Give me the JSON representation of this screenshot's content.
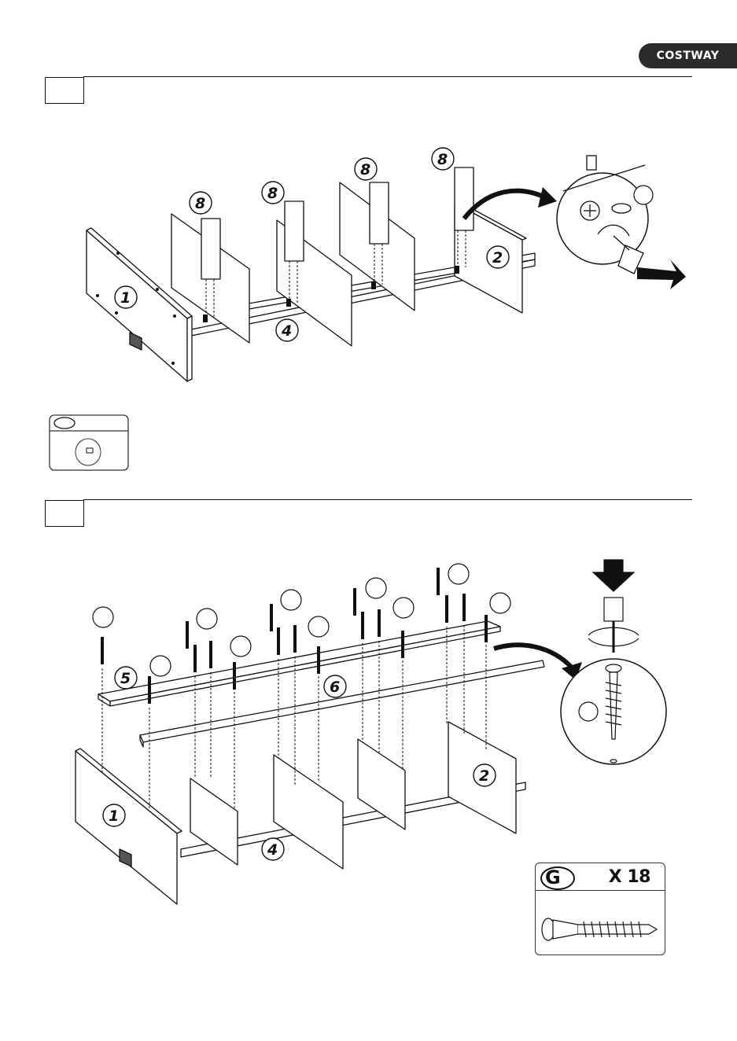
{
  "brand": {
    "name": "COSTWAY"
  },
  "step_a": {
    "parts": [
      "1",
      "2",
      "4",
      "8",
      "8",
      "8",
      "8"
    ]
  },
  "step_b": {
    "parts": [
      "1",
      "2",
      "4",
      "5",
      "6"
    ],
    "hardware": {
      "letter": "G",
      "quantity": "X 18"
    }
  }
}
